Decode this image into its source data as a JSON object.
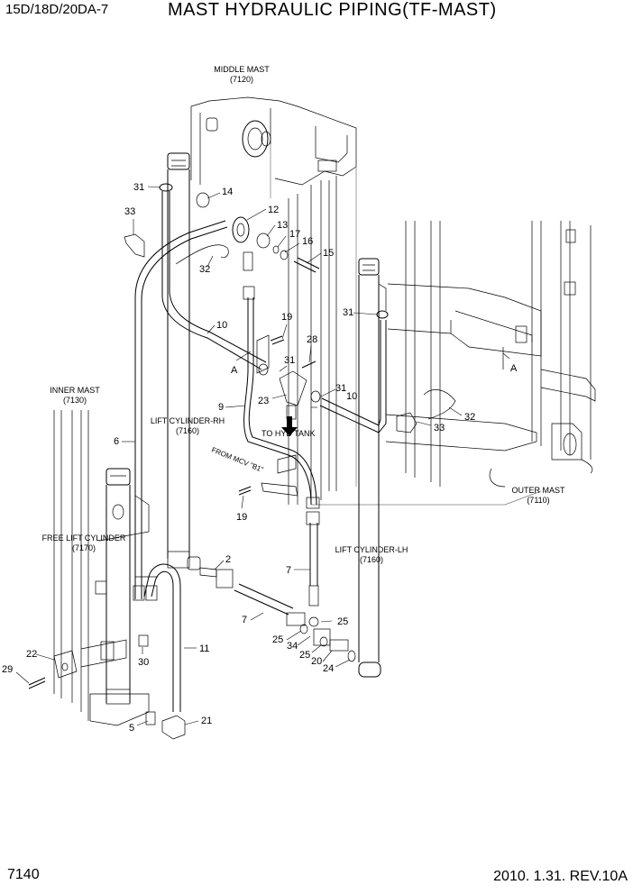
{
  "header": {
    "model": "15D/18D/20DA-7",
    "title": "MAST HYDRAULIC PIPING(TF-MAST)"
  },
  "footer": {
    "page": "7140",
    "revision": "2010. 1.31.  REV.10A"
  },
  "labels": {
    "middle_mast": "MIDDLE MAST",
    "middle_mast_code": "(7120)",
    "inner_mast": "INNER MAST",
    "inner_mast_code": "(7130)",
    "lift_cyl_rh": "LIFT CYLINDER-RH",
    "lift_cyl_rh_code": "(7160)",
    "free_lift_cyl": "FREE LIFT CYLINDER",
    "free_lift_cyl_code": "(7170)",
    "lift_cyl_lh": "LIFT CYLINDER-LH",
    "lift_cyl_lh_code": "(7160)",
    "outer_mast": "OUTER MAST",
    "outer_mast_code": "(7110)",
    "to_hyd_tank": "TO HYD TANK",
    "from_mcv": "FROM MCV \"B1\"",
    "ref_a_left": "A",
    "ref_a_right": "A"
  },
  "part_numbers": {
    "p31a": "31",
    "p14": "14",
    "p12": "12",
    "p13": "13",
    "p17": "17",
    "p16": "16",
    "p15": "15",
    "p33a": "33",
    "p32a": "32",
    "p10a": "10",
    "p19a": "19",
    "p28": "28",
    "p31b": "31",
    "p31c": "31",
    "p31d": "31",
    "p10b": "10",
    "p23": "23",
    "p9": "9",
    "p6": "6",
    "p33b": "33",
    "p32b": "32",
    "p19b": "19",
    "p2": "2",
    "p7a": "7",
    "p7b": "7",
    "p25a": "25",
    "p25b": "25",
    "p34": "34",
    "p25c": "25",
    "p20": "20",
    "p24": "24",
    "p11": "11",
    "p30": "30",
    "p22": "22",
    "p29": "29",
    "p5": "5",
    "p21": "21"
  }
}
